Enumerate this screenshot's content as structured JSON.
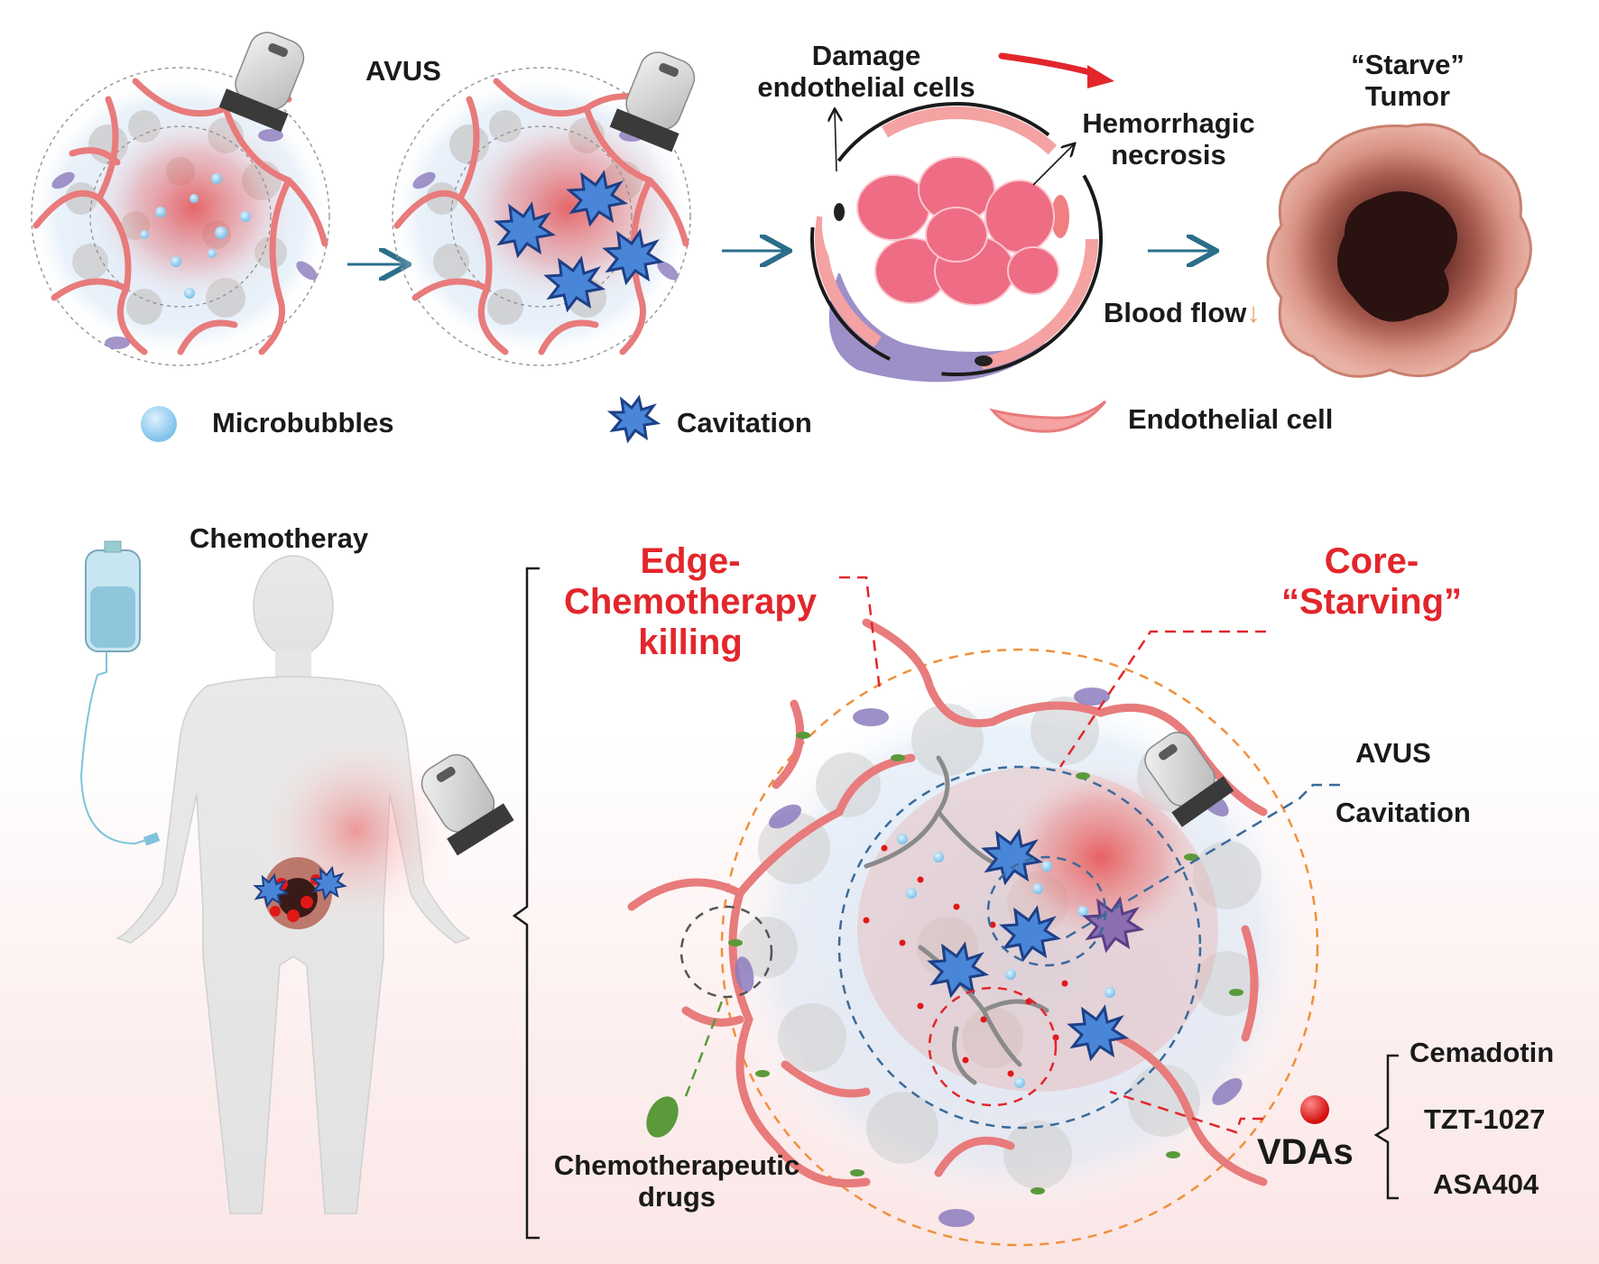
{
  "labels": {
    "avus_top": "AVUS",
    "damage_1": "Damage",
    "damage_2": "endothelial cells",
    "hemorrhagic_1": "Hemorrhagic",
    "hemorrhagic_2": "necrosis",
    "starve_1": "“Starve”",
    "starve_2": "Tumor",
    "blood_flow": "Blood flow",
    "blood_flow_arrow": "↓",
    "microbubbles": "Microbubbles",
    "cavitation_top": "Cavitation",
    "endothelial_cell": "Endothelial cell",
    "chemotheray": "Chemotheray",
    "edge_1": "Edge-",
    "edge_2": "Chemotherapy",
    "edge_3": "killing",
    "core_1": "Core-",
    "core_2": "“Starving”",
    "avus_bottom": "AVUS",
    "cavitation_bottom": "Cavitation",
    "chemo_drugs_1": "Chemotherapeutic",
    "chemo_drugs_2": "drugs",
    "vdas": "VDAs",
    "drug_1": "Cemadotin",
    "drug_2": "TZT-1027",
    "drug_3": "ASA404"
  },
  "colors": {
    "vessel": "#e87b7b",
    "accent_red": "#e2262b",
    "arrow": "#2b6e8a",
    "microbubble": "#8ecdf0",
    "cavitation": "#2d63b8",
    "pericyte": "#8c7bbd",
    "drug_green": "#5a9a3a",
    "vda_red": "#e01818",
    "dash_orange": "#f0903c",
    "dash_blue": "#3a6a9a"
  }
}
